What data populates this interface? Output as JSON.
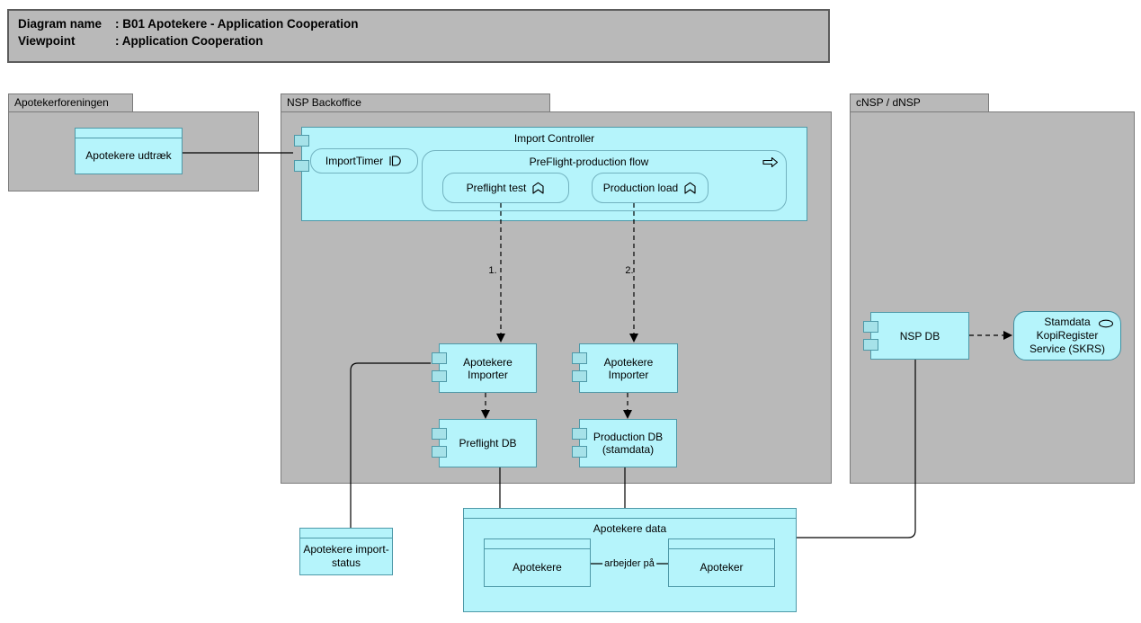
{
  "colors": {
    "element_fill": "#b5f4fb",
    "element_border": "#4e99a8",
    "group_fill": "#b9b9b9",
    "group_border": "#7b7b7b",
    "connector": "#000000"
  },
  "title_block": {
    "rows": [
      {
        "label": "Diagram name",
        "value": ": B01 Apotekere - Application Cooperation"
      },
      {
        "label": "Viewpoint",
        "value": ": Application Cooperation"
      }
    ]
  },
  "groups": {
    "left": "Apotekerforeningen",
    "middle": "NSP Backoffice",
    "right": "cNSP / dNSP"
  },
  "nodes": {
    "apotekere_udtraek": "Apotekere udtræk",
    "import_controller": "Import Controller",
    "import_timer": "ImportTimer",
    "preflight_flow": "PreFlight-production flow",
    "preflight_test": "Preflight test",
    "production_load": "Production load",
    "importer1": "Apotekere Importer",
    "importer2": "Apotekere Importer",
    "preflight_db": "Preflight DB",
    "production_db": "Production DB (stamdata)",
    "nsp_db": "NSP DB",
    "skrs": "Stamdata KopiRegister Service (SKRS)",
    "import_status": "Apotekere import-status",
    "apotekere_data": "Apotekere data",
    "apotekere": "Apotekere",
    "apoteker": "Apoteker"
  },
  "connector_labels": {
    "flow1": "1.",
    "flow2": "2.",
    "association": "arbejder på"
  }
}
